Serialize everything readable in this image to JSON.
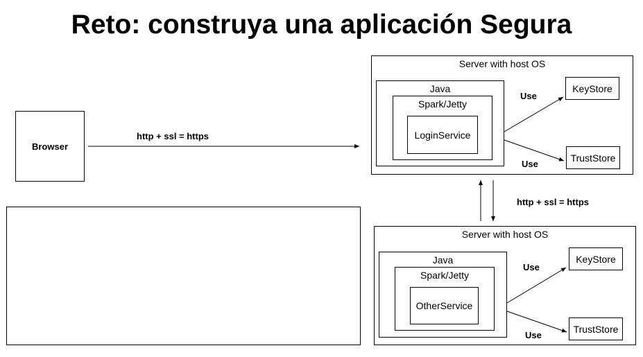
{
  "title": "Reto: construya una aplicación Segura",
  "browser": {
    "label": "Browser"
  },
  "link_browser_server": "http + ssl = https",
  "link_server_server": "http + ssl = https",
  "server1": {
    "label": "Server with host OS",
    "java_label": "Java",
    "spark_label": "Spark/Jetty",
    "service_label": "LoginService",
    "keystore_label": "KeyStore",
    "truststore_label": "TrustStore",
    "use_keystore": "Use",
    "use_truststore": "Use"
  },
  "server2": {
    "label": "Server with host OS",
    "java_label": "Java",
    "spark_label": "Spark/Jetty",
    "service_label": "OtherService",
    "keystore_label": "KeyStore",
    "truststore_label": "TrustStore",
    "use_keystore": "Use",
    "use_truststore": "Use"
  }
}
